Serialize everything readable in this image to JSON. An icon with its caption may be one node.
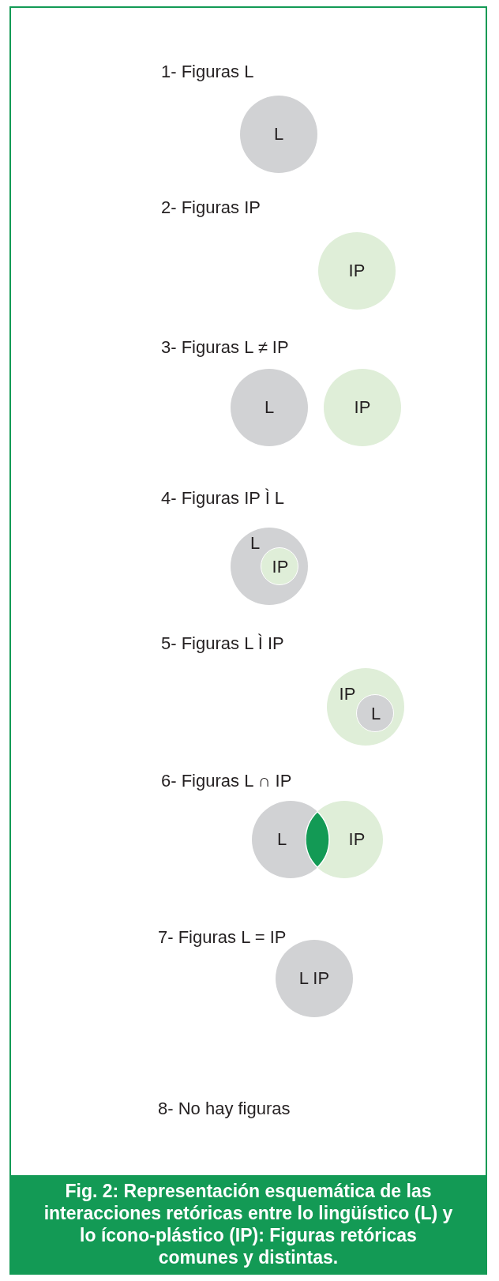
{
  "diagram": {
    "caption": "Fig. 2: Representación esquemática de las interacciones retóricas entre lo lingüístico (L) y lo ícono-plástico (IP): Figuras retóricas comunes y distintas.",
    "nodes": [
      {
        "text": [
          "L"
        ]
      },
      {
        "text": [
          "IP"
        ]
      },
      {
        "text": [
          "L"
        ]
      },
      {
        "text": [
          "IP"
        ]
      },
      {
        "text": [
          "L"
        ]
      },
      {
        "text": [
          "IP"
        ],
        "in": 4
      },
      {
        "text": [
          "IP"
        ]
      },
      {
        "text": [
          "L"
        ],
        "in": 6
      },
      {
        "text": [
          "L"
        ]
      },
      {
        "text": [
          "IP"
        ]
      },
      {
        "text": [
          "L IP"
        ]
      }
    ],
    "labels": [
      "1- Figuras L",
      "2- Figuras IP",
      "3- Figuras L ≠ IP",
      "4- Figuras IP Ì L",
      "5- Figuras L Ì IP",
      "6- Figuras L ∩ IP",
      "7- Figuras L = IP",
      "8- No hay figuras"
    ]
  }
}
